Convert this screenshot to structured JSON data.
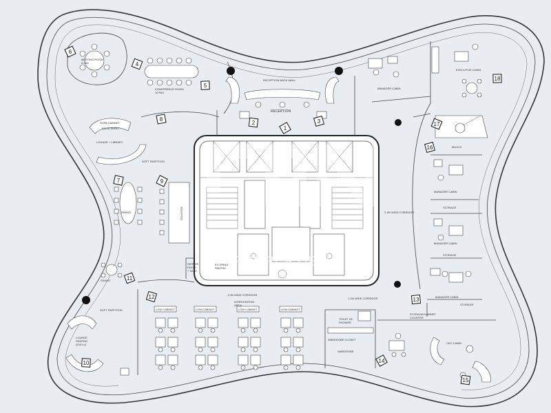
{
  "rooms": {
    "meeting_room": "MEETING ROOM\n6 PAX",
    "conference_room": "CONFERENCE ROOM\n10 PAX",
    "reception_back_wall": "RECEPTION BACK WALL",
    "reception": "RECEPTION",
    "manager_cabin_top": "MANAGER CABIN",
    "executive_cabin": "EXECUTIVE CABIN",
    "lounge_library": "LOUNGE + LIBRARY",
    "sofa_partition_top": "SOFT PARTITION",
    "majlis": "MAJLIS",
    "manager_cabin_2": "MANAGER CABIN",
    "manager_cabin_3": "MANAGER CABIN",
    "manager_cabin_4": "MANAGER CABIN",
    "storage_1": "STORAGE",
    "storage_2": "STORAGE",
    "storage_3": "STORAGE",
    "dining_1": "DINING",
    "dining_2": "DINING",
    "counter": "COUNTER",
    "corridor_right": "2.4M WIDE CORRIDOR",
    "corridor_bottom": "1.2M WIDE CORRIDOR",
    "corridor_bottom_right": "1.2M WIDE CORRIDOR",
    "server_room": "SERVER\nROOM\n+ SAFE",
    "pantry": "EX DRING\nPANTRY",
    "workstation": "WORKSTATION\nAREA",
    "low_cabinet": "LOW CABINET",
    "soft_partition_bottom": "SOFT PARTITION",
    "lounge_seating": "LOUNGE\nSEATING\n(100 LV)",
    "toilet_shower": "TOILET W/\nSHOWER",
    "wardrobe_closet": "WARDROBE CLOSET",
    "wardrobe": "WARDROBE",
    "ceo_cabin": "CEO CABIN",
    "stor_cabinet": "STORAGE/CABINET\nCOUNTER",
    "sofa_cabinet": "SOFA CABINET",
    "shelf": "BOOK SHELF"
  },
  "camera_markers": [
    "1",
    "2",
    "3",
    "4",
    "5",
    "6",
    "7",
    "8",
    "9",
    "10",
    "11",
    "12",
    "13",
    "14",
    "15",
    "16",
    "17",
    "18"
  ],
  "watermark": {
    "brand": "PROPERTIES"
  },
  "colors": {
    "background": "#e9ecf0",
    "line": "#444444",
    "watermark": "#ffffff"
  }
}
